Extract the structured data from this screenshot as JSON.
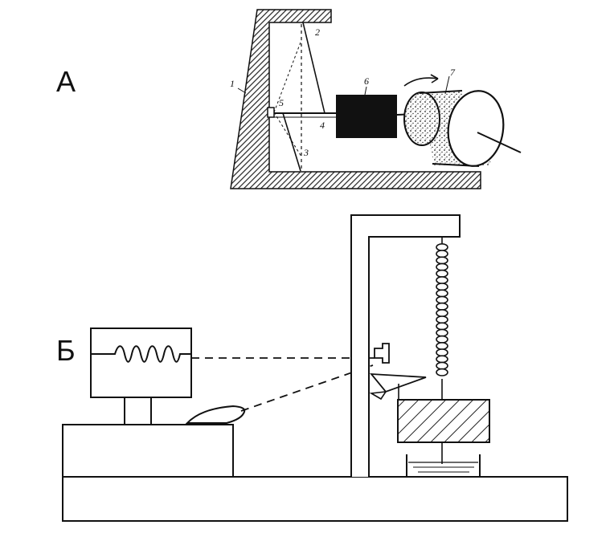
{
  "panel_a": {
    "label": "А",
    "part_labels": {
      "p1": "1",
      "p2": "2",
      "p3": "3",
      "p4": "4",
      "p5": "5",
      "p6": "6",
      "p7": "7"
    }
  },
  "panel_b": {
    "label": "Б"
  }
}
